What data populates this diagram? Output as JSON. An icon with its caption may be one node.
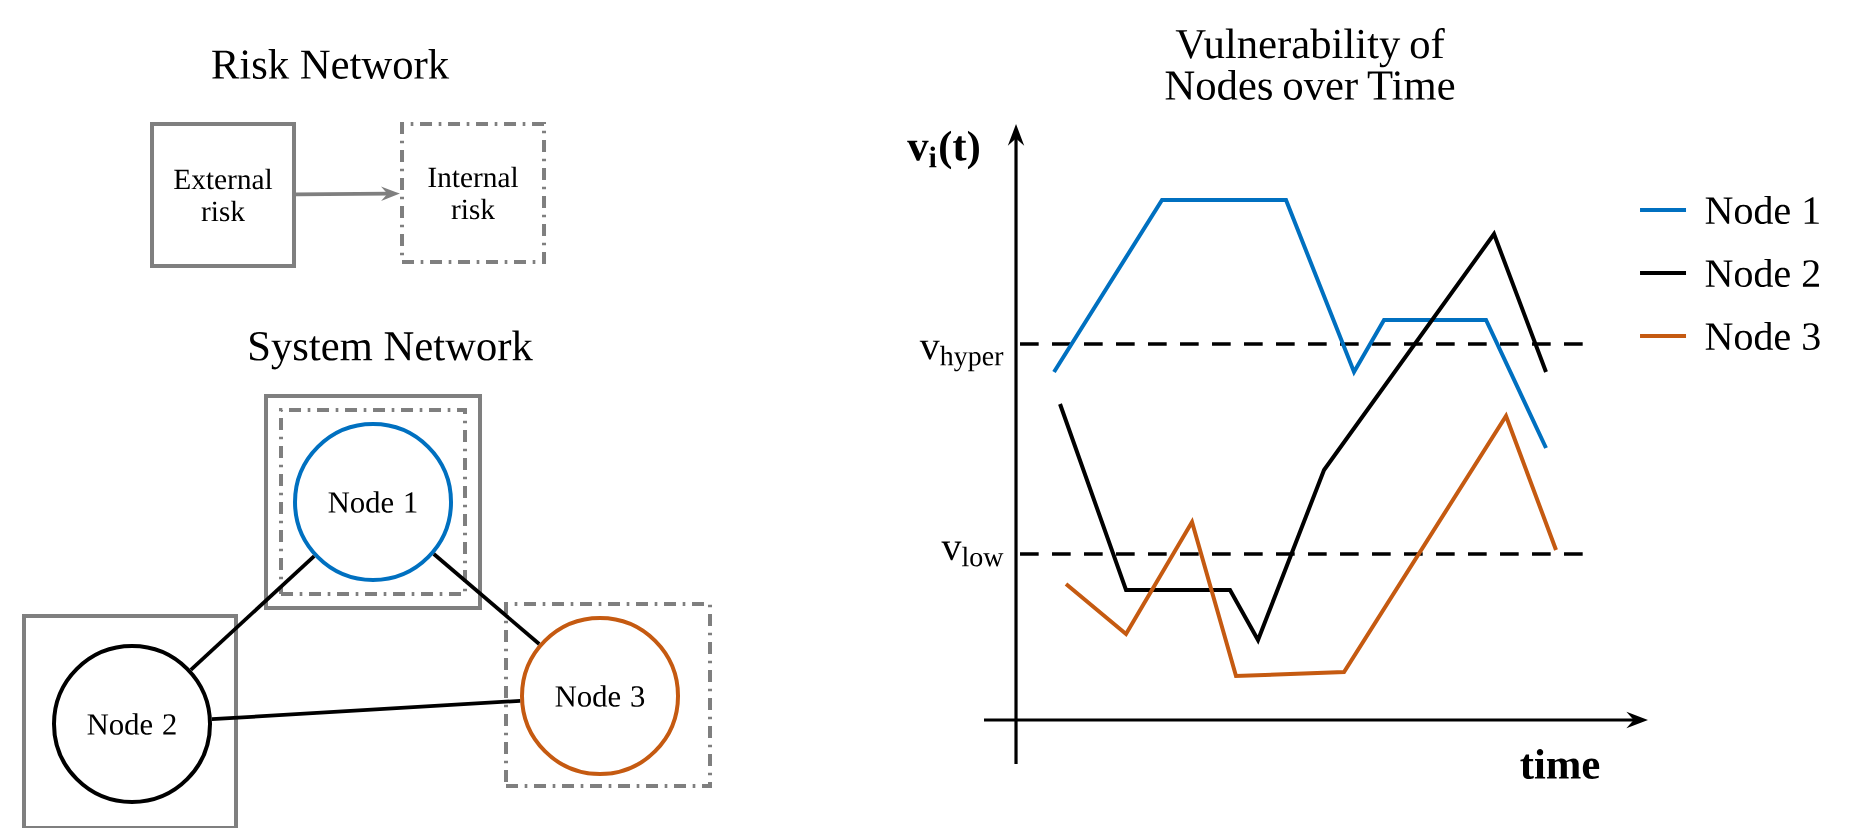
{
  "diagram": {
    "nodes": [
      {
        "text": [
          "External risk"
        ]
      },
      {
        "text": [
          "Internal risk"
        ]
      },
      {
        "text": [],
        "shape": "box"
      },
      {
        "text": [],
        "shape": "box",
        "in": 2
      },
      {
        "text": [
          "Node 1"
        ],
        "in": 3
      },
      {
        "text": [],
        "shape": "box"
      },
      {
        "text": [
          "Node 2"
        ],
        "in": 5
      },
      {
        "text": [],
        "shape": "box"
      },
      {
        "text": [
          "Node 3"
        ],
        "in": 7
      }
    ],
    "edges": [
      {
        "from": 0,
        "to": 1,
        "arrow": "to",
        "color": "#7f7f7f"
      },
      {
        "from": 4,
        "to": 6,
        "arrow": "none"
      },
      {
        "from": 4,
        "to": 8,
        "arrow": "none"
      },
      {
        "from": 6,
        "to": 8,
        "arrow": "none"
      }
    ],
    "labels": [
      "Risk Network",
      "System Network",
      "Vulnerability of Nodes over Time",
      "v$_{i}$(t)",
      "v$_{hyper}$",
      "v$_{low}$",
      "time"
    ],
    "legend": [
      {
        "text": "Node 1"
      },
      {
        "text": "Node 2"
      },
      {
        "text": "Node 3"
      }
    ]
  }
}
